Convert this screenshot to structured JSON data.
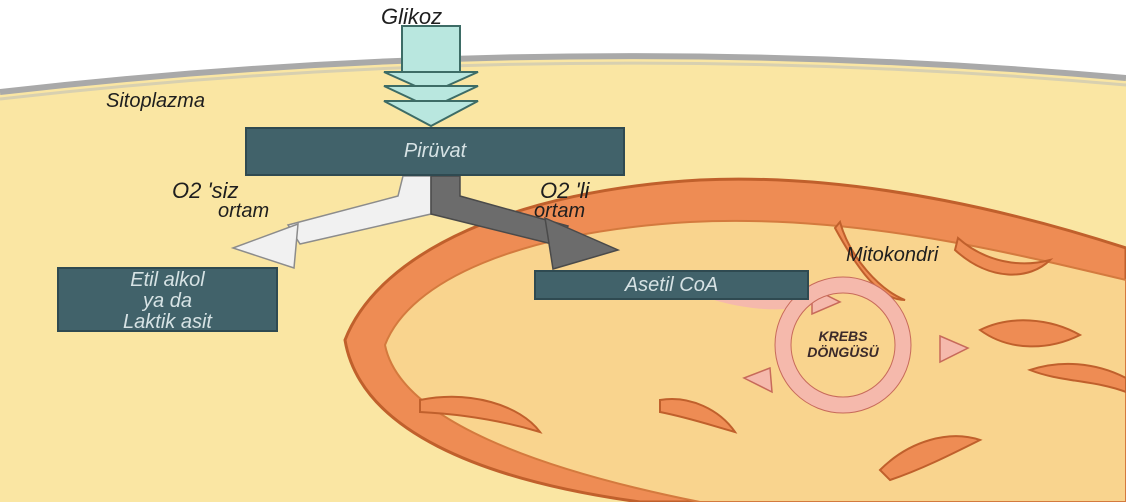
{
  "labels": {
    "glucose": "Glikoz",
    "cytoplasm": "Sitoplazma",
    "mitochondrion": "Mitokondri",
    "anaerobic_line1": "O2 'siz",
    "anaerobic_line2": "ortam",
    "aerobic_line1": "O2 'li",
    "aerobic_line2": "ortam"
  },
  "boxes": {
    "pyruvate": "Pirüvat",
    "fermentation_line1": "Etil alkol",
    "fermentation_line2": "ya da",
    "fermentation_line3": "Laktik asit",
    "acetyl_coa": "Asetil CoA"
  },
  "krebs": {
    "line1": "KREBS",
    "line2": "DÖNGÜSÜ"
  },
  "colors": {
    "cytoplasm": "#fae6a3",
    "membrane": "#b5b5b5",
    "mitochondrion_outer": "#ee8c54",
    "mitochondrion_inner": "#f9d48e",
    "box": "#41626a",
    "glucose_arrow": "#b9e7df",
    "anaerobic_arrow": "#f1f1f1",
    "aerobic_arrow": "#6c6c6c",
    "krebs_cycle": "#f5b9ac"
  }
}
